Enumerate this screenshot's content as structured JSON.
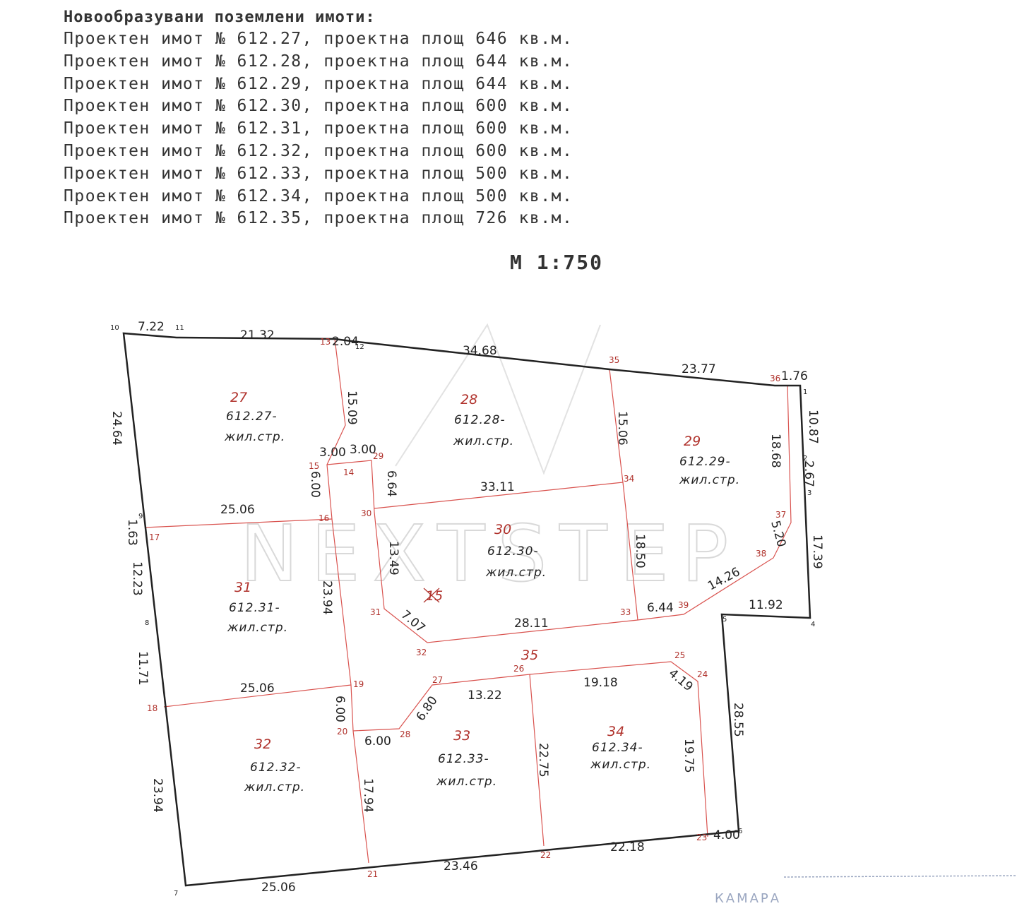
{
  "header": {
    "title": "Новообразувани поземлени имоти:",
    "plots": [
      "Проектен имот № 612.27, проектна площ 646 кв.м.",
      "Проектен имот № 612.28, проектна площ 644 кв.м.",
      "Проектен имот № 612.29, проектна площ 644 кв.м.",
      "Проектен имот № 612.30, проектна площ 600 кв.м.",
      "Проектен имот № 612.31, проектна площ 600 кв.м.",
      "Проектен имот № 612.32, проектна площ 600 кв.м.",
      "Проектен имот № 612.33, проектна площ 500 кв.м.",
      "Проектен имот № 612.34, проектна площ 500 кв.м.",
      "Проектен имот № 612.35, проектна площ 726 кв.м."
    ]
  },
  "scale": "М 1:750",
  "watermark": "NEXTSTEP",
  "colors": {
    "outline": "#222222",
    "inner_lines": "#d9534f",
    "labels_red": "#b0322c"
  },
  "plan": {
    "outer_points": [
      "10",
      "11",
      "13",
      "12",
      "35",
      "36",
      "1",
      "2",
      "3",
      "4",
      "5",
      "6",
      "7",
      "8",
      "9"
    ],
    "inner_points": [
      "14",
      "15",
      "16",
      "17",
      "18",
      "19",
      "20",
      "21",
      "22",
      "23",
      "24",
      "25",
      "26",
      "27",
      "28",
      "29",
      "30",
      "31",
      "32",
      "33",
      "34",
      "37",
      "38",
      "39"
    ],
    "extra_labels": [
      "15"
    ],
    "dimensions": [
      "7.22",
      "21.32",
      "2.04",
      "34.68",
      "23.77",
      "1.76",
      "24.64",
      "15.09",
      "15.06",
      "10.87",
      "18.68",
      "2.67",
      "3.00",
      "3.00",
      "6.64",
      "6.00",
      "33.11",
      "25.06",
      "1.63",
      "13.49",
      "5.20",
      "17.39",
      "18.50",
      "12.23",
      "23.94",
      "14.26",
      "6.44",
      "11.92",
      "7.07",
      "28.11",
      "11.71",
      "25.06",
      "13.22",
      "19.18",
      "4.19",
      "6.00",
      "6.80",
      "28.55",
      "6.00",
      "22.75",
      "19.75",
      "17.94",
      "23.94",
      "4.00",
      "22.18",
      "23.46",
      "25.06"
    ],
    "plots": [
      {
        "no": "27",
        "id": "612.27-",
        "use": "жил.стр."
      },
      {
        "no": "28",
        "id": "612.28-",
        "use": "жил.стр."
      },
      {
        "no": "29",
        "id": "612.29-",
        "use": "жил.стр."
      },
      {
        "no": "30",
        "id": "612.30-",
        "use": "жил.стр."
      },
      {
        "no": "31",
        "id": "612.31-",
        "use": "жил.стр."
      },
      {
        "no": "32",
        "id": "612.32-",
        "use": "жил.стр."
      },
      {
        "no": "33",
        "id": "612.33-",
        "use": "жил.стр."
      },
      {
        "no": "34",
        "id": "612.34-",
        "use": "жил.стр."
      },
      {
        "no": "35",
        "id": "",
        "use": ""
      }
    ]
  },
  "footer_fragment": "КАМАРА"
}
